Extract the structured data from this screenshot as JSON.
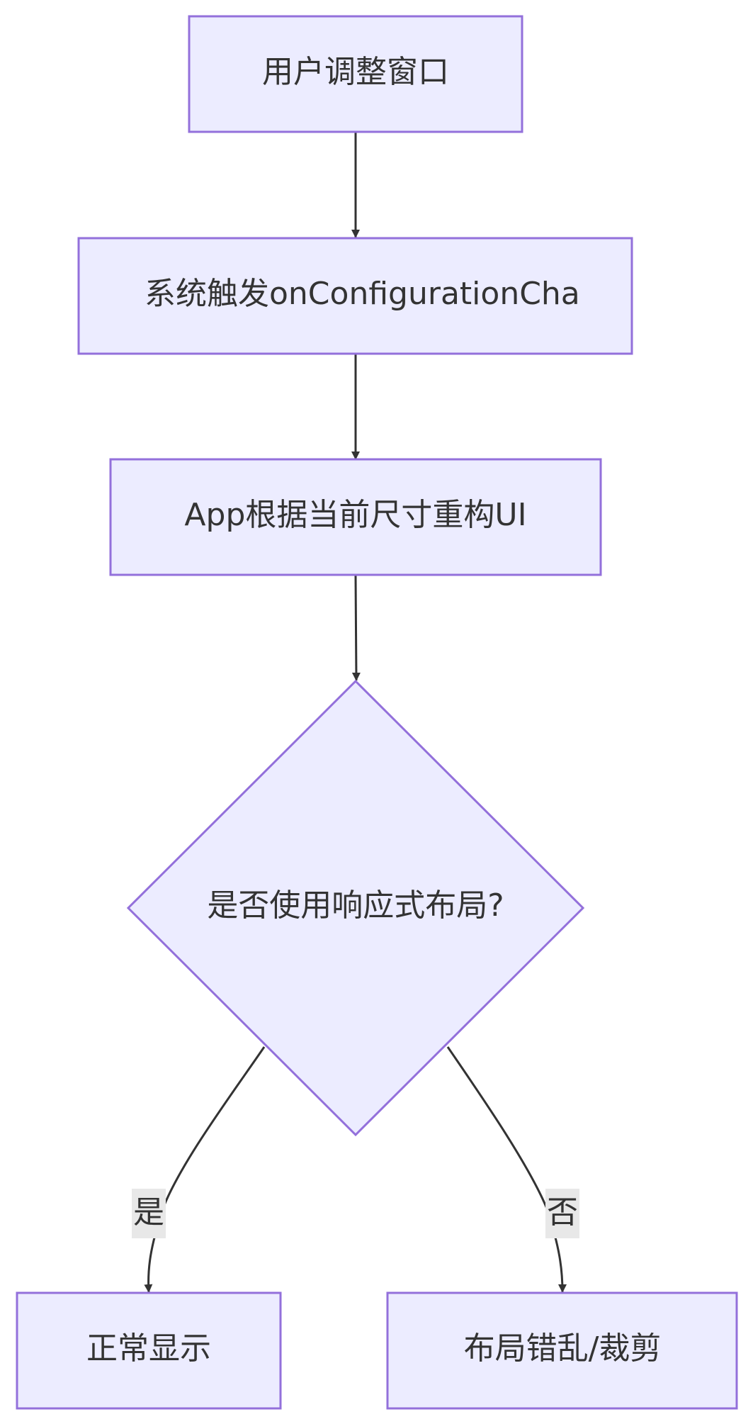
{
  "nodes": {
    "start": "用户调整窗口",
    "trigger": "系统触发onConfigurationCha",
    "rebuild": "App根据当前尺寸重构UI",
    "decision": "是否使用响应式布局?",
    "normal": "正常显示",
    "broken": "布局错乱/裁剪"
  },
  "edges": {
    "yes_label": "是",
    "no_label": "否"
  },
  "colors": {
    "node_fill": "#ececff",
    "node_stroke": "#9370db",
    "edge": "#333333",
    "label_bg": "#e8e8e8",
    "text": "#333333"
  }
}
